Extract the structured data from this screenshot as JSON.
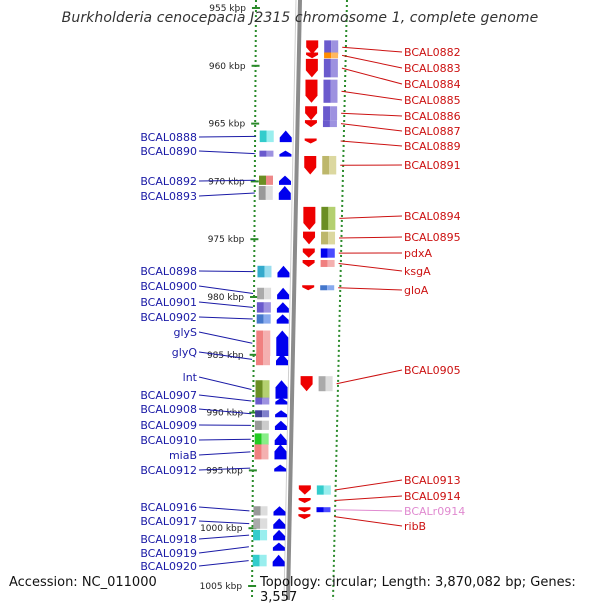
{
  "title": "Burkholderia cenocepacia J2315 chromosome 1, complete genome",
  "accession": "Accession: NC_011000",
  "topology": "Topology: circular; Length: 3,870,082 bp; Genes: 3,557",
  "colors": {
    "left_label": "#1a1aa6",
    "right_label": "#cc1111",
    "rna_label": "#e08ad0",
    "forward_arrow": "#0000ee",
    "reverse_arrow": "#ee0000",
    "guide_dots": "#2a8a2a",
    "axis": "#8c8c8c"
  },
  "scale": {
    "unit": "kbp",
    "ticks": [
      {
        "kbp": 955,
        "label": "955 kbp"
      },
      {
        "kbp": 960,
        "label": "960 kbp"
      },
      {
        "kbp": 965,
        "label": "965 kbp"
      },
      {
        "kbp": 970,
        "label": "970 kbp"
      },
      {
        "kbp": 975,
        "label": "975 kbp"
      },
      {
        "kbp": 980,
        "label": "980 kbp"
      },
      {
        "kbp": 985,
        "label": "985 kbp"
      },
      {
        "kbp": 990,
        "label": "990 kbp"
      },
      {
        "kbp": 995,
        "label": "995 kbp"
      },
      {
        "kbp": 1000,
        "label": "1000 kbp"
      },
      {
        "kbp": 1005,
        "label": "1005 kbp"
      }
    ]
  },
  "left_genes": [
    {
      "name": "BCAL0888",
      "kbp": 966.1,
      "len": 1.0,
      "color": "#33cccc",
      "color2": "#99eeee"
    },
    {
      "name": "BCAL0890",
      "kbp": 967.6,
      "len": 0.4,
      "color": "#6a5acd",
      "color2": "#9d92e0"
    },
    {
      "name": "BCAL0892",
      "kbp": 969.9,
      "len": 0.8,
      "color": "#6b8e23",
      "color2": "#ee8888"
    },
    {
      "name": "BCAL0893",
      "kbp": 971.0,
      "len": 1.2,
      "color": "#999999",
      "color2": "#dddddd"
    },
    {
      "name": "BCAL0898",
      "kbp": 977.8,
      "len": 1.0,
      "color": "#33aacc",
      "color2": "#99ddee"
    },
    {
      "name": "BCAL0900",
      "kbp": 979.7,
      "len": 1.0,
      "color": "#aaaaaa",
      "color2": "#dddddd"
    },
    {
      "name": "BCAL0901",
      "kbp": 980.9,
      "len": 0.9,
      "color": "#6a5acd",
      "color2": "#9d92e0"
    },
    {
      "name": "BCAL0902",
      "kbp": 981.9,
      "len": 0.8,
      "color": "#4477cc",
      "color2": "#88aaee"
    },
    {
      "name": "glyS",
      "kbp": 984.0,
      "len": 2.2,
      "color": "#f08080",
      "color2": "#f4b0b0"
    },
    {
      "name": "glyQ",
      "kbp": 985.4,
      "len": 1.0,
      "color": "#f08080",
      "color2": "#f4b0b0"
    },
    {
      "name": "lnt",
      "kbp": 988.0,
      "len": 1.6,
      "color": "#6b8e23",
      "color2": "#b4d070"
    },
    {
      "name": "BCAL0907",
      "kbp": 989.0,
      "len": 0.6,
      "color": "#6a5acd",
      "color2": "#9d92e0"
    },
    {
      "name": "BCAL0908",
      "kbp": 990.1,
      "len": 0.6,
      "color": "#404099",
      "color2": "#8080cc"
    },
    {
      "name": "BCAL0909",
      "kbp": 991.1,
      "len": 0.8,
      "color": "#999999",
      "color2": "#cccccc"
    },
    {
      "name": "BCAL0910",
      "kbp": 992.3,
      "len": 1.0,
      "color": "#22cc22",
      "color2": "#88ee88"
    },
    {
      "name": "miaB",
      "kbp": 993.4,
      "len": 1.3,
      "color": "#f08080",
      "color2": "#f4b0b0"
    },
    {
      "name": "BCAL0912",
      "kbp": 994.8,
      "len": 0.6,
      "color": "#ffffff",
      "color2": "#ffffff"
    },
    {
      "name": "BCAL0916",
      "kbp": 998.5,
      "len": 0.8,
      "color": "#999999",
      "color2": "#dddddd"
    },
    {
      "name": "BCAL0917",
      "kbp": 999.6,
      "len": 0.9,
      "color": "#aaaaaa",
      "color2": "#dddddd"
    },
    {
      "name": "BCAL0918",
      "kbp": 1000.6,
      "len": 0.9,
      "color": "#33cccc",
      "color2": "#99eeee"
    },
    {
      "name": "BCAL0919",
      "kbp": 1001.6,
      "len": 0.7,
      "color": "#ffffff",
      "color2": "#ffffff"
    },
    {
      "name": "BCAL0920",
      "kbp": 1002.8,
      "len": 1.0,
      "color": "#33cccc",
      "color2": "#99eeee"
    }
  ],
  "right_genes": [
    {
      "name": "BCAL0882",
      "kbp": 958.4,
      "len": 1.2,
      "color": "#6a5acd",
      "color2": "#9d92e0"
    },
    {
      "name": "BCAL0883",
      "kbp": 959.1,
      "len": 0.5,
      "color": "#ff8c00",
      "color2": "#ffb860"
    },
    {
      "name": "BCAL0884",
      "kbp": 960.2,
      "len": 1.6,
      "color": "#6a5acd",
      "color2": "#9d92e0"
    },
    {
      "name": "BCAL0885",
      "kbp": 962.2,
      "len": 2.0,
      "color": "#6a5acd",
      "color2": "#9d92e0"
    },
    {
      "name": "BCAL0886",
      "kbp": 964.1,
      "len": 1.2,
      "color": "#6a5acd",
      "color2": "#9d92e0"
    },
    {
      "name": "BCAL0887",
      "kbp": 965.0,
      "len": 0.6,
      "color": "#6a5acd",
      "color2": "#9d92e0"
    },
    {
      "name": "BCAL0889",
      "kbp": 966.5,
      "len": 0.3,
      "color": "#ffffff",
      "color2": "#ffffff"
    },
    {
      "name": "BCAL0891",
      "kbp": 968.6,
      "len": 1.6,
      "color": "#bdb76b",
      "color2": "#dcd8a0"
    },
    {
      "name": "BCAL0894",
      "kbp": 973.2,
      "len": 2.0,
      "color": "#6b8e23",
      "color2": "#b4d070"
    },
    {
      "name": "BCAL0895",
      "kbp": 974.9,
      "len": 1.1,
      "color": "#bdb76b",
      "color2": "#dcd8a0"
    },
    {
      "name": "pdxA",
      "kbp": 976.2,
      "len": 0.8,
      "color": "#0000ee",
      "color2": "#4a4aff"
    },
    {
      "name": "ksgA",
      "kbp": 977.1,
      "len": 0.6,
      "color": "#f08080",
      "color2": "#f4b0b0"
    },
    {
      "name": "gloA",
      "kbp": 979.2,
      "len": 0.3,
      "color": "#4477cc",
      "color2": "#88aaee"
    },
    {
      "name": "BCAL0905",
      "kbp": 987.5,
      "len": 1.3,
      "color": "#aaaaaa",
      "color2": "#dddddd"
    },
    {
      "name": "BCAL0913",
      "kbp": 996.7,
      "len": 0.8,
      "color": "#33cccc",
      "color2": "#99eeee"
    },
    {
      "name": "BCAL0914",
      "kbp": 997.6,
      "len": 0.3,
      "color": "#ffffff",
      "color2": "#ffffff"
    },
    {
      "name": "BCALr0914",
      "kbp": 998.4,
      "len": 0.4,
      "color": "#0000ee",
      "color2": "#4a4aff",
      "rna": true
    },
    {
      "name": "ribB",
      "kbp": 999.0,
      "len": 0.2,
      "color": "#ffffff",
      "color2": "#ffffff"
    }
  ]
}
